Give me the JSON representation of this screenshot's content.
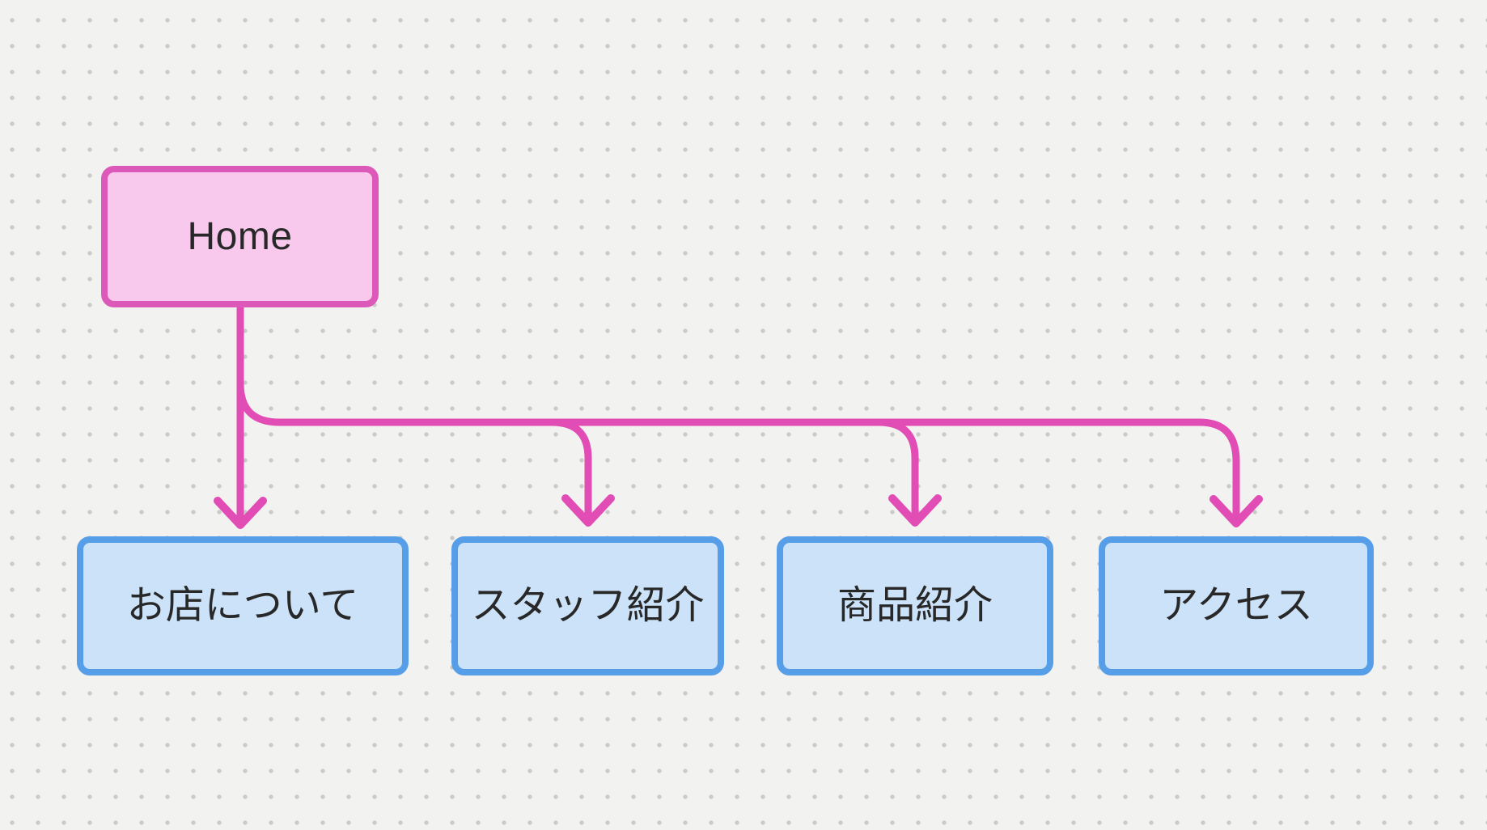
{
  "canvas": {
    "background_color": "#f2f2f1",
    "dot_color": "#c9c9c9"
  },
  "diagram": {
    "connector_color": "#e14cb5",
    "nodes": {
      "home": {
        "label": "Home",
        "fill": "#f8c9ec",
        "border_color": "#dd59b9"
      },
      "about": {
        "label": "お店について",
        "fill": "#cbe2f9",
        "border_color": "#579ee9"
      },
      "staff": {
        "label": "スタッフ紹介",
        "fill": "#cbe2f9",
        "border_color": "#579ee9"
      },
      "products": {
        "label": "商品紹介",
        "fill": "#cbe2f9",
        "border_color": "#579ee9"
      },
      "access": {
        "label": "アクセス",
        "fill": "#cbe2f9",
        "border_color": "#579ee9"
      }
    },
    "edges": [
      {
        "from": "Home",
        "to": "お店について"
      },
      {
        "from": "Home",
        "to": "スタッフ紹介"
      },
      {
        "from": "Home",
        "to": "商品紹介"
      },
      {
        "from": "Home",
        "to": "アクセス"
      }
    ]
  }
}
